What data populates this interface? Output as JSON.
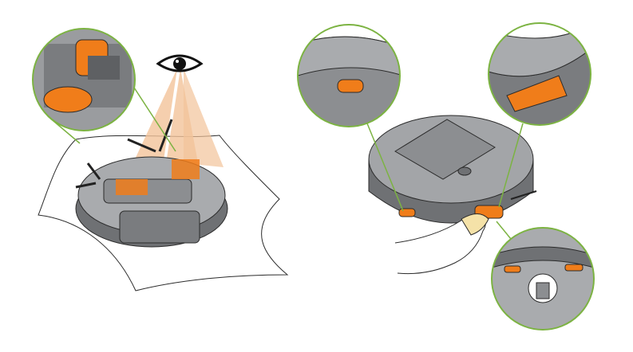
{
  "colors": {
    "callout_ring": "#7cb342",
    "robot_body": "#8c8e91",
    "robot_dark": "#55575a",
    "robot_light": "#b7b9bc",
    "accent_orange": "#f07d1a",
    "light_beam": "#f2c39a",
    "outline": "#2b2b2b"
  },
  "icons": [
    "eye-icon"
  ],
  "panels": [
    {
      "name": "inspect-underside",
      "callouts": 1
    },
    {
      "name": "wipe-sensors",
      "callouts": 3
    }
  ]
}
